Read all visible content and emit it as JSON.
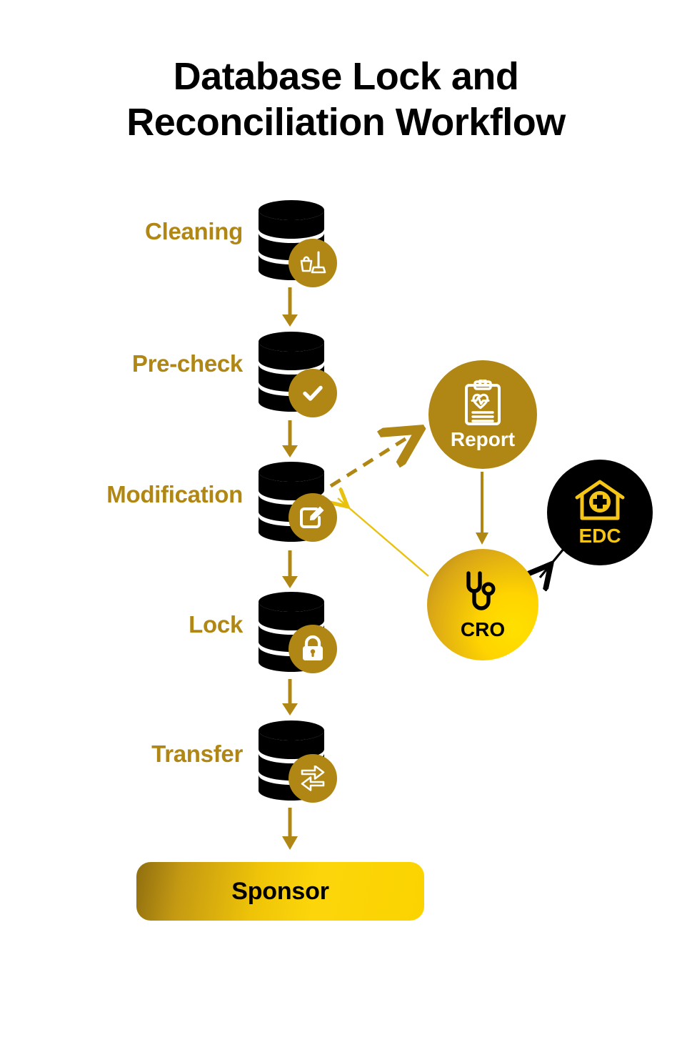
{
  "title": {
    "line1": "Database Lock and",
    "line2": "Reconciliation Workflow"
  },
  "colors": {
    "gold": "#B08714",
    "bright_gold": "#FFD400",
    "black": "#000000",
    "white": "#FFFFFF",
    "background": "#FFFFFF"
  },
  "pipeline": {
    "stages": [
      {
        "label": "Cleaning",
        "icon": "broom-bucket-icon",
        "icon_name": "cleaning-badge"
      },
      {
        "label": "Pre-check",
        "icon": "check-circle-icon",
        "icon_name": "precheck-badge"
      },
      {
        "label": "Modification",
        "icon": "edit-pencil-icon",
        "icon_name": "modification-badge"
      },
      {
        "label": "Lock",
        "icon": "padlock-icon",
        "icon_name": "lock-badge"
      },
      {
        "label": "Transfer",
        "icon": "exchange-arrows-icon",
        "icon_name": "transfer-badge"
      }
    ],
    "node_icon": "database-cylinder-icon"
  },
  "side_nodes": [
    {
      "id": "report",
      "label": "Report",
      "icon": "clipboard-heartbeat-icon",
      "fill": "#B08714",
      "text_color": "#FFFFFF"
    },
    {
      "id": "cro",
      "label": "CRO",
      "icon": "stethoscope-icon",
      "fill": "#FFD400",
      "text_color": "#000000"
    },
    {
      "id": "edc",
      "label": "EDC",
      "icon": "hospital-house-icon",
      "fill": "#000000",
      "text_color": "#F5C518"
    }
  ],
  "terminal": {
    "label": "Sponsor"
  },
  "connections": [
    {
      "from": "Cleaning",
      "to": "Pre-check",
      "style": "solid",
      "color": "#B08714"
    },
    {
      "from": "Pre-check",
      "to": "Modification",
      "style": "solid",
      "color": "#B08714"
    },
    {
      "from": "Modification",
      "to": "Lock",
      "style": "solid",
      "color": "#B08714"
    },
    {
      "from": "Lock",
      "to": "Transfer",
      "style": "solid",
      "color": "#B08714"
    },
    {
      "from": "Transfer",
      "to": "Sponsor",
      "style": "solid",
      "color": "#B08714"
    },
    {
      "from": "Modification",
      "to": "Report",
      "style": "dashed",
      "color": "#B08714"
    },
    {
      "from": "Report",
      "to": "CRO",
      "style": "solid",
      "color": "#B08714"
    },
    {
      "from": "CRO",
      "to": "Modification",
      "style": "solid",
      "color": "#E8C20F"
    },
    {
      "from": "EDC",
      "to": "CRO",
      "style": "solid",
      "color": "#000000"
    }
  ]
}
